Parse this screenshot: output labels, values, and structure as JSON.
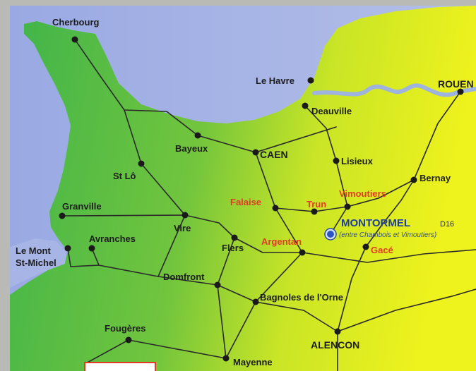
{
  "map": {
    "colors": {
      "sea": "#a7b5e6",
      "land_green": "#4fbc4a",
      "land_yellow": "#e6ef22",
      "river": "#9fb3df",
      "roads": "#2a2a2a",
      "label_dark": "#1d1d1d",
      "label_red": "#e23a26",
      "highlight": "#1f3e9a",
      "frame_gray": "#b9b9b6"
    },
    "towns": {
      "cherbourg": "Cherbourg",
      "le_havre": "Le Havre",
      "rouen": "ROUEN",
      "deauville": "Deauville",
      "bayeux": "Bayeux",
      "caen": "CAEN",
      "lisieux": "Lisieux",
      "bernay": "Bernay",
      "vimoutiers": "Vimoutiers",
      "st_lo": "St Lô",
      "falaise": "Falaise",
      "trun": "Trun",
      "granville": "Granville",
      "vire": "Vire",
      "montormel": "MONTORMEL",
      "montormel_road": "D16",
      "montormel_note": "(entre Chambois et Vimoutiers)",
      "avranches": "Avranches",
      "flers": "Flers",
      "argentan": "Argentan",
      "gace": "Gacé",
      "le_mont_line1": "Le Mont",
      "le_mont_line2": "St-Michel",
      "domfront": "Domfront",
      "bagnoles": "Bagnoles de l'Orne",
      "fougeres": "Fougères",
      "alencon": "ALENCON",
      "mayenne": "Mayenne"
    },
    "icons": {
      "town_marker": "town-dot-icon",
      "highlight_marker": "target-circle-icon"
    }
  }
}
